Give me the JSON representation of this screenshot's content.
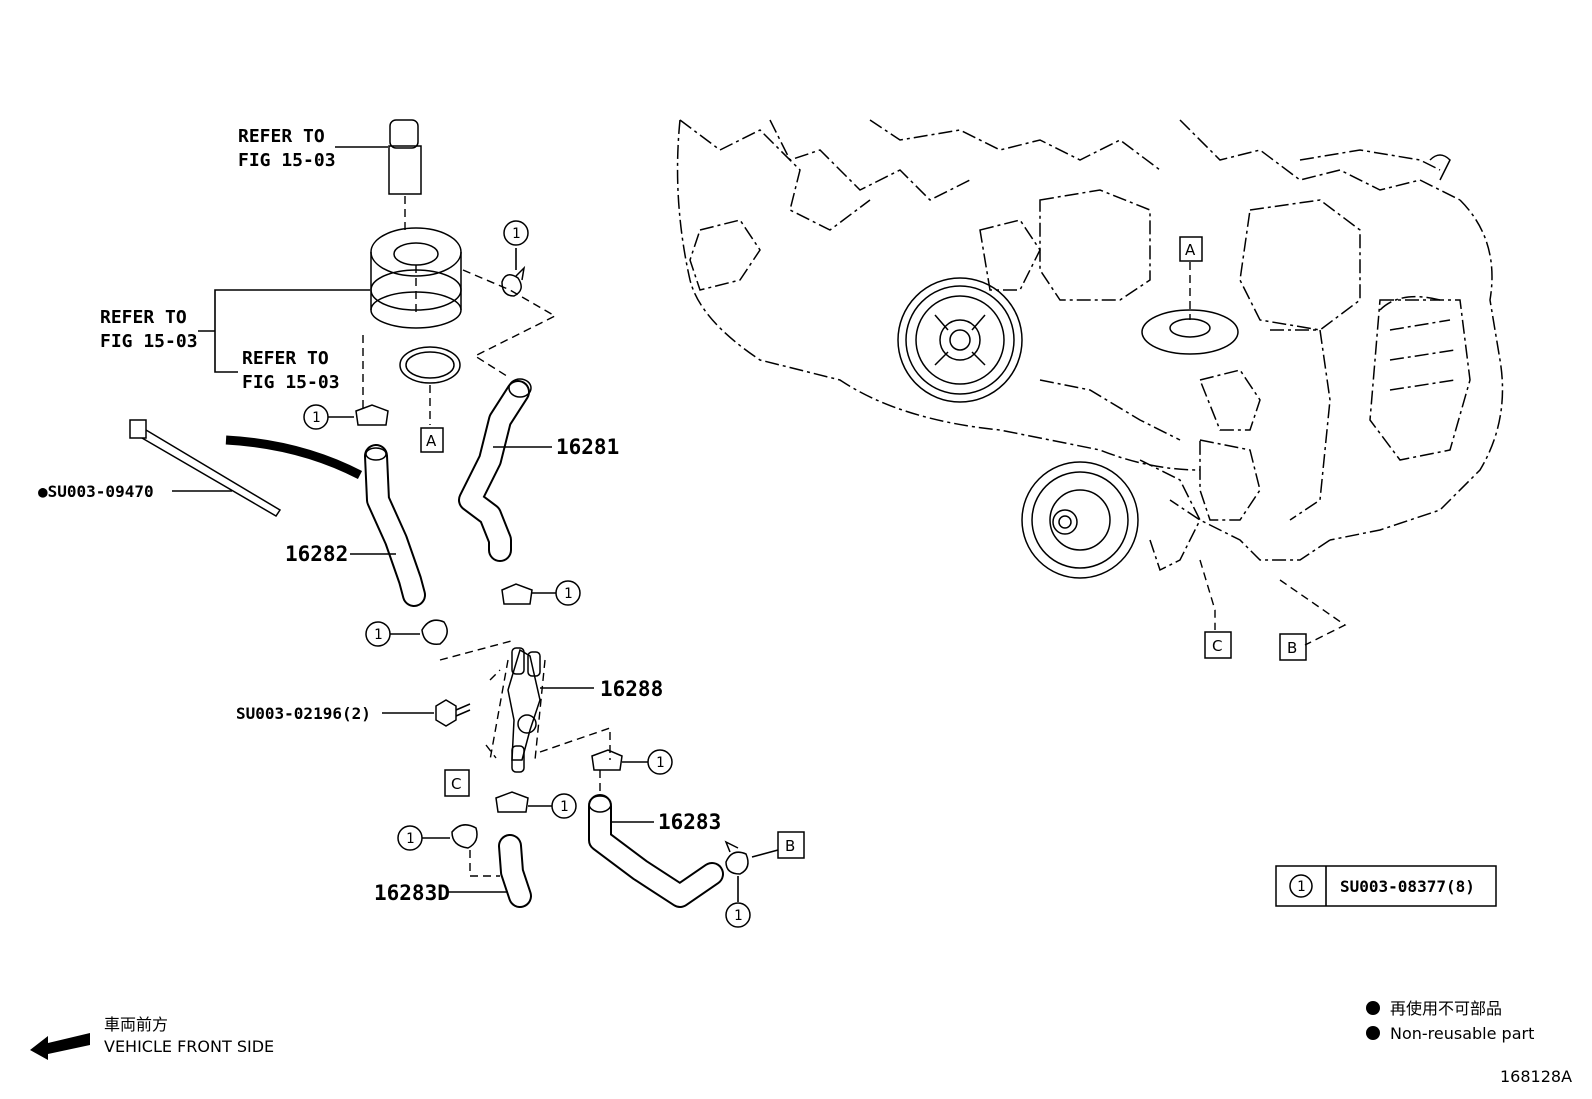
{
  "refer_labels": [
    {
      "line1": "REFER TO",
      "line2": "FIG 15-03"
    },
    {
      "line1": "REFER TO",
      "line2": "FIG 15-03"
    },
    {
      "line1": "REFER TO",
      "line2": "FIG 15-03"
    }
  ],
  "parts": {
    "p16281": "16281",
    "p16282": "16282",
    "p16288": "16288",
    "p16283": "16283",
    "p16283D": "16283D",
    "su09470": "●SU003-09470",
    "su02196": "SU003-02196(2)"
  },
  "markers": {
    "a": "A",
    "b": "B",
    "c": "C"
  },
  "clamp_number": "1",
  "legend_table": {
    "symbol": "1",
    "part": "SU003-08377(8)"
  },
  "footer": {
    "direction_jp": "車両前方",
    "direction_en": "VEHICLE FRONT SIDE",
    "nonreusable_jp": "再使用不可部品",
    "nonreusable_en": "Non-reusable part",
    "figure_id": "168128A"
  }
}
